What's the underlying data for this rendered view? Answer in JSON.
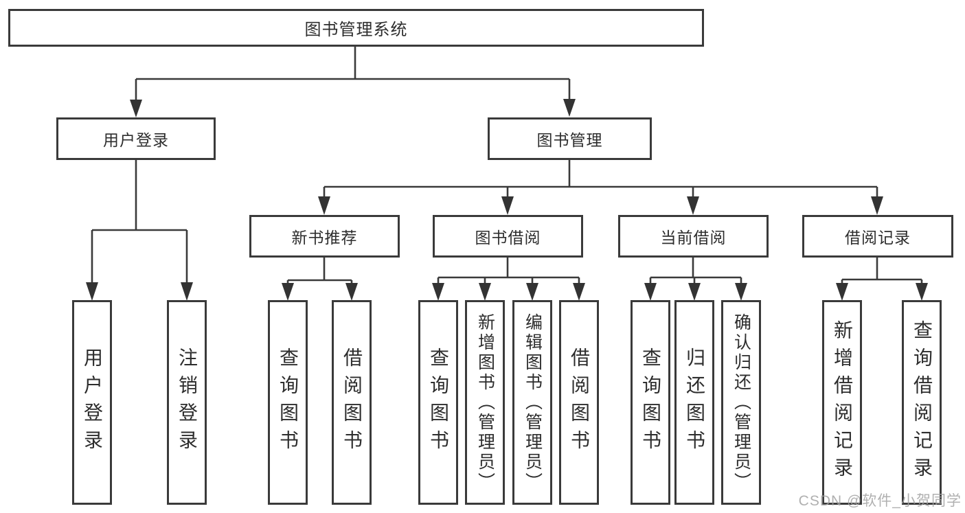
{
  "nodes": {
    "root": "图书管理系统",
    "user_login": "用户登录",
    "book_management": "图书管理",
    "new_book_recommend": "新书推荐",
    "book_borrow": "图书借阅",
    "current_borrow": "当前借阅",
    "borrow_records": "借阅记录"
  },
  "leaves": {
    "user_login": [
      "用户登录",
      "注销登录"
    ],
    "new_book_recommend": [
      "查询图书",
      "借阅图书"
    ],
    "book_borrow": [
      "查询图书",
      "新增图书（管理员）",
      "编辑图书（管理员）",
      "借阅图书"
    ],
    "current_borrow": [
      "查询图书",
      "归还图书",
      "确认归还（管理员）"
    ],
    "borrow_records": [
      "新增借阅记录",
      "查询借阅记录"
    ]
  },
  "watermark": "CSDN @软件_小贺同学",
  "colors": {
    "line": "#3a3a3a",
    "text": "#2d2d2d",
    "watermark": "#a3a3a3",
    "background": "#ffffff"
  }
}
